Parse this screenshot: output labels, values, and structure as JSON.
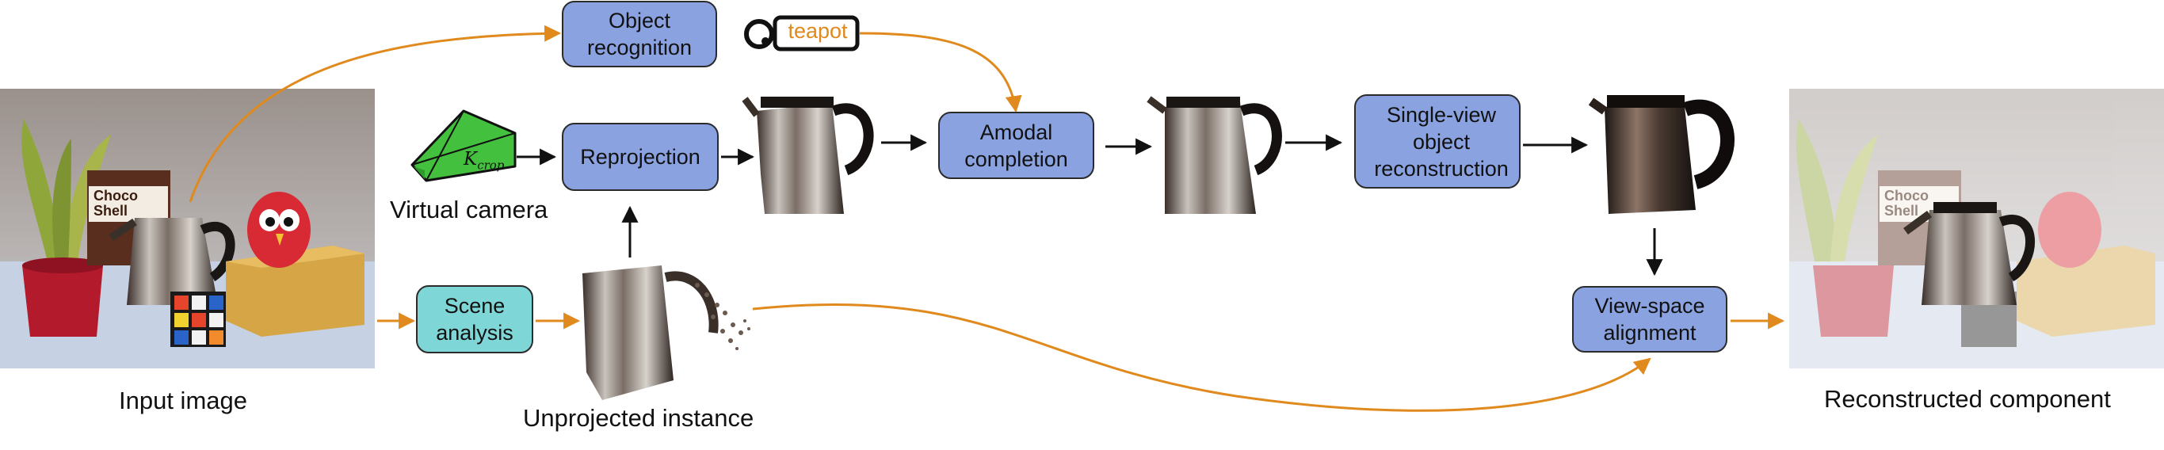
{
  "boxes": {
    "object_recognition": "Object\nrecognition",
    "reprojection": "Reprojection",
    "amodal_completion": "Amodal\ncompletion",
    "single_view": "Single-view\nobject\nreconstruction",
    "scene_analysis": "Scene\nanalysis",
    "view_space_alignment": "View-space\nalignment"
  },
  "labels": {
    "input_image": "Input image",
    "unprojected_instance": "Unprojected instance",
    "virtual_camera": "Virtual camera",
    "reconstructed_component": "Reconstructed component"
  },
  "camera": {
    "k_symbol": "K",
    "k_subscript": "crop"
  },
  "tag": {
    "text": "teapot"
  },
  "photo_text": {
    "cereal_line1": "Choco",
    "cereal_line2": "Shell"
  },
  "colors": {
    "box_blue": "#8aa2e0",
    "box_teal": "#7fd6d6",
    "orange_arrow": "#e08a1e",
    "black_arrow": "#111111",
    "camera_green": "#43c13e"
  }
}
